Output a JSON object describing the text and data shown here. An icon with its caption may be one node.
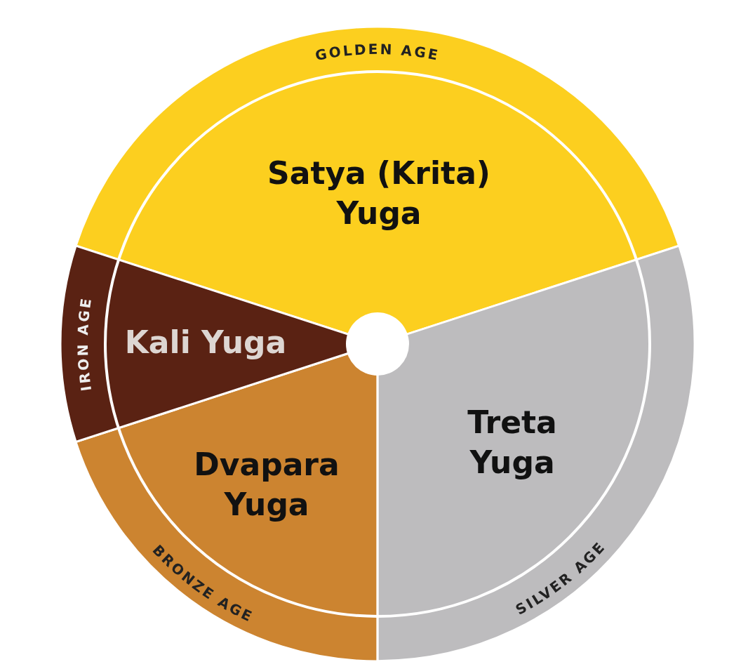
{
  "diagram": {
    "nodes": [
      {
        "text": [
          "GOLDEN AGE",
          "Satya (Krita) Yuga"
        ]
      },
      {
        "text": [
          "Treta Yuga",
          "SILVER AGE"
        ]
      },
      {
        "text": [
          "Dvapara Yuga",
          "BRONZE AGE"
        ]
      },
      {
        "text": [
          "IRON AGE",
          "Kali Yuga"
        ]
      },
      {
        "text": [],
        "shape": "circle"
      }
    ]
  }
}
